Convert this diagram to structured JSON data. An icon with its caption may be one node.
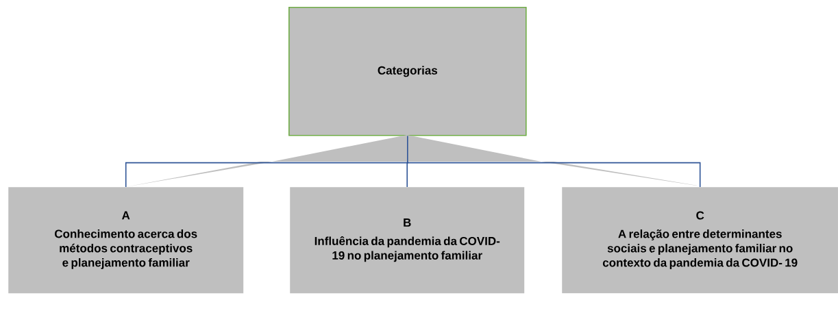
{
  "diagram": {
    "nodes": [
      {
        "text": [
          "Categorias"
        ]
      },
      {
        "text": [
          "A",
          "Conhecimento acerca dos métodos contraceptivos e planejamento familiar"
        ]
      },
      {
        "text": [
          "B",
          "Influência da pandemia da COVID-19 no planejamento familiar"
        ]
      },
      {
        "text": [
          "C",
          "A relação entre determinantes sociais e planejamento familiar no contexto da pandemia da COVID- 19"
        ]
      }
    ],
    "edges": [
      {
        "from": 0,
        "to": 1,
        "arrow": "none"
      },
      {
        "from": 0,
        "to": 2,
        "arrow": "none"
      },
      {
        "from": 0,
        "to": 3,
        "arrow": "none"
      }
    ]
  }
}
